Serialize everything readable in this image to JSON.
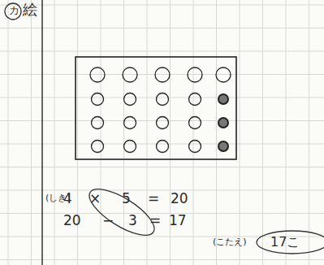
{
  "diagram": {
    "labels": [
      "カ",
      "絵",
      "(しき)",
      "4",
      "×",
      "5",
      "=",
      "20",
      "20",
      "−",
      "3",
      "=",
      "17",
      "(こたえ)",
      "17こ"
    ]
  }
}
